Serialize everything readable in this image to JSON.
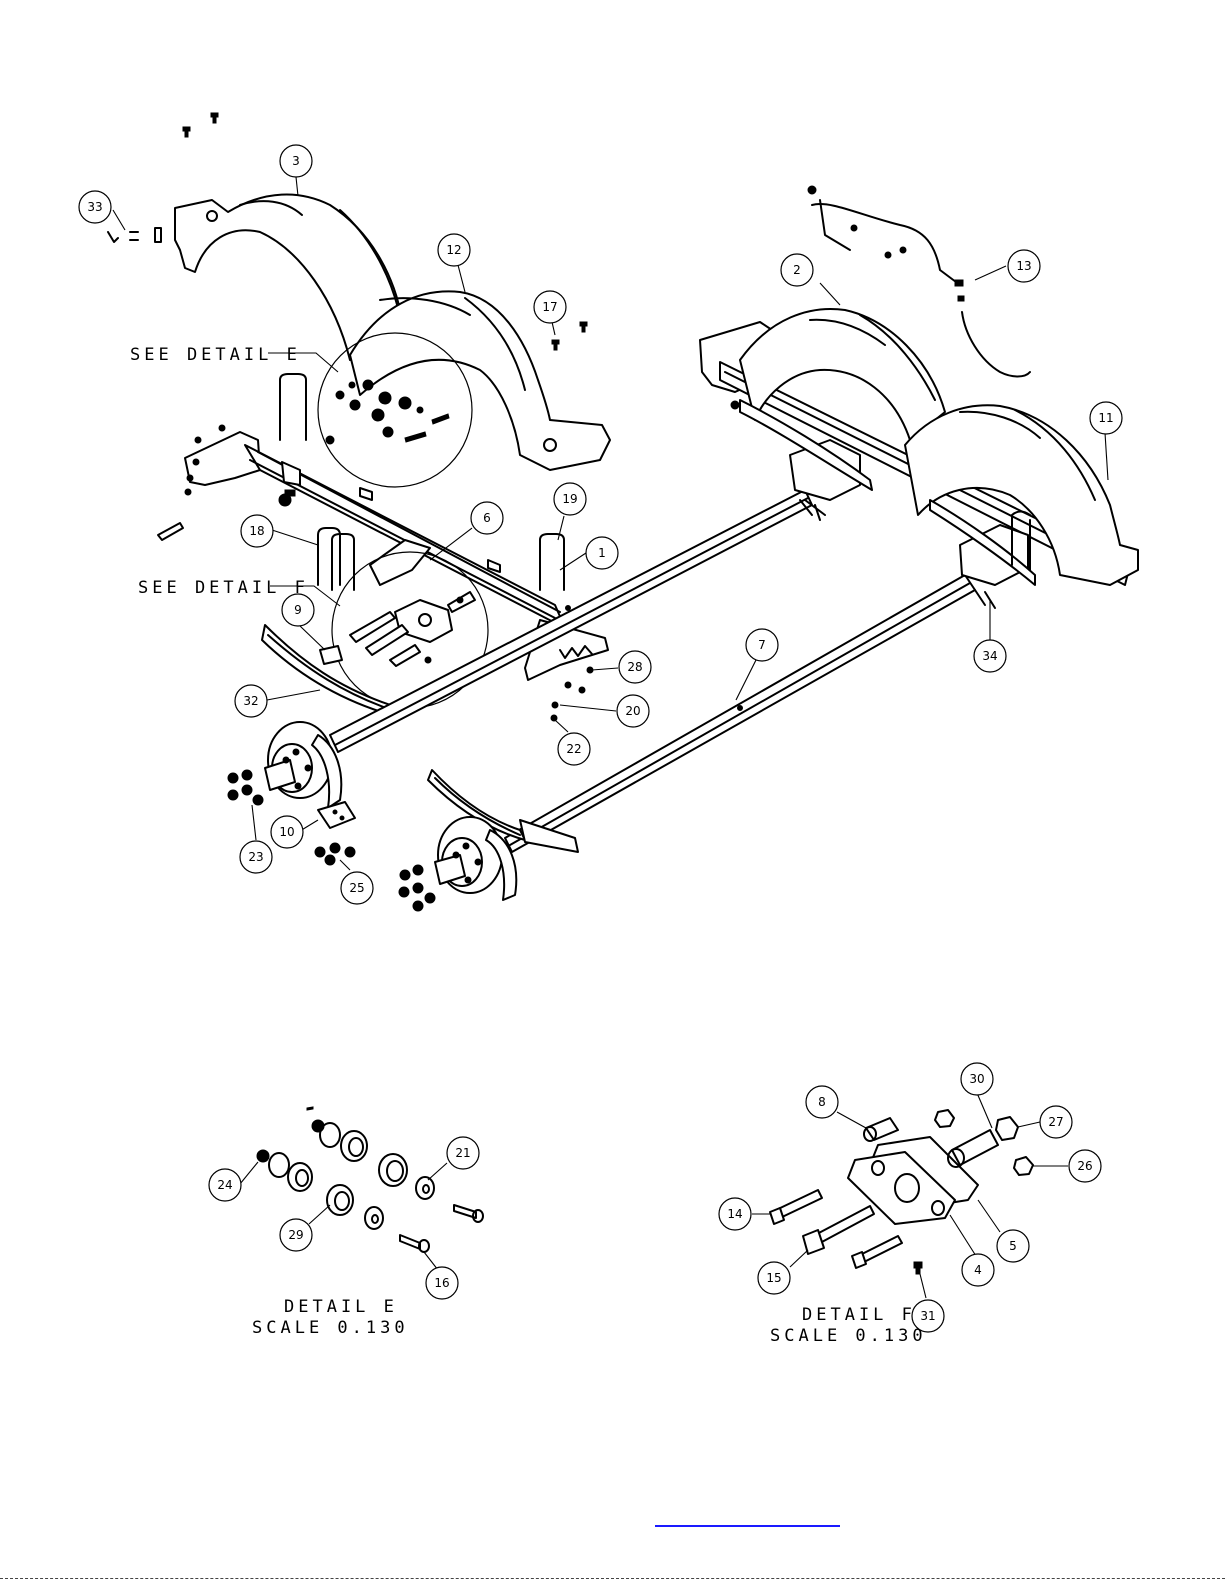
{
  "balloons": [
    "1",
    "2",
    "3",
    "4",
    "5",
    "6",
    "7",
    "8",
    "9",
    "10",
    "11",
    "12",
    "13",
    "14",
    "15",
    "16",
    "17",
    "18",
    "19",
    "20",
    "21",
    "22",
    "23",
    "24",
    "25",
    "26",
    "27",
    "28",
    "29",
    "30",
    "31",
    "32",
    "33",
    "34"
  ],
  "notes": {
    "see_detail_e": "SEE DETAIL E",
    "see_detail_f": "SEE DETAIL F"
  },
  "details": {
    "e": {
      "title": "DETAIL E",
      "scale": "SCALE 0.130"
    },
    "f": {
      "title": "DETAIL F",
      "scale": "SCALE 0.130"
    }
  },
  "colors": {
    "line": "#000000",
    "link": "#1a1aff"
  }
}
